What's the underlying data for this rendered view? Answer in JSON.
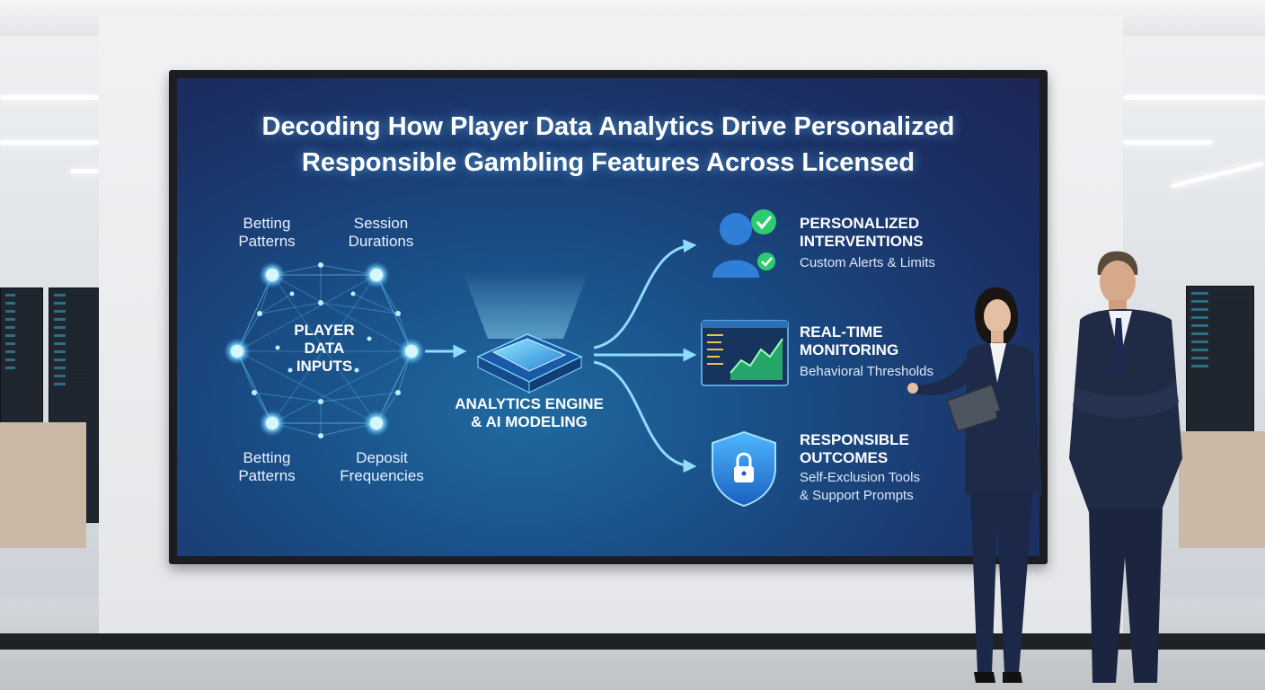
{
  "slide": {
    "title_line1": "Decoding How Player Data Analytics Drive Personalized",
    "title_line2": "Responsible Gambling Features Across Licensed"
  },
  "inputs": {
    "top_left": [
      "Betting",
      "Patterns"
    ],
    "top_right": [
      "Session",
      "Durations"
    ],
    "center": [
      "PLAYER",
      "DATA",
      "INPUTS"
    ],
    "bottom_left": [
      "Betting",
      "Patterns"
    ],
    "bottom_right": [
      "Deposit",
      "Frequencies"
    ]
  },
  "engine": {
    "label_line1": "ANALYTICS ENGINE",
    "label_line2": "& AI MODELING"
  },
  "outcomes": [
    {
      "title_line1": "PERSONALIZED",
      "title_line2": "INTERVENTIONS",
      "sub_line1": "Custom Alerts & Limits",
      "sub_line2": "",
      "icon": "user-check-icon"
    },
    {
      "title_line1": "REAL-TIME",
      "title_line2": "MONITORING",
      "sub_line1": "Behavioral Thresholds",
      "sub_line2": "",
      "icon": "dashboard-chart-icon"
    },
    {
      "title_line1": "RESPONSIBLE",
      "title_line2": "OUTCOMES",
      "sub_line1": "Self-Exclusion Tools",
      "sub_line2": "& Support Prompts",
      "icon": "shield-lock-icon"
    }
  ],
  "colors": {
    "screen_bg": "#1b2f63",
    "glow": "#6fd3ff",
    "check_green": "#2ecc71",
    "suit_navy": "#1d2a4a"
  }
}
